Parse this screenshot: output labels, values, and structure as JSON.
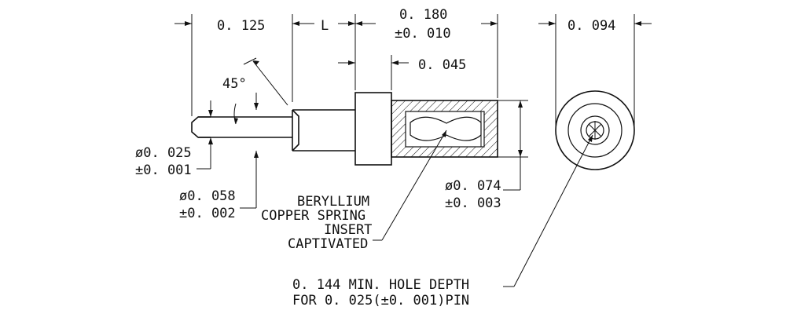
{
  "dimensions": {
    "d_0125": "0. 125",
    "d_L": "L",
    "d_0180": "0. 180",
    "d_0180_tol": "±0. 010",
    "d_0094": "0. 094",
    "d_0045": "0. 045",
    "d_45deg": "45°",
    "dia_0025": "ø0. 025",
    "dia_0025_tol": "±0. 001",
    "dia_0058": "ø0. 058",
    "dia_0058_tol": "±0. 002",
    "dia_0074": "ø0. 074",
    "dia_0074_tol": "±0. 003"
  },
  "notes": {
    "insert_line1": "BERYLLIUM",
    "insert_line2": "COPPER SPRING",
    "insert_line3": "INSERT",
    "insert_line4": "CAPTIVATED",
    "hole_line1": "0. 144 MIN.  HOLE DEPTH",
    "hole_line2": "FOR 0. 025(±0. 001)PIN"
  }
}
